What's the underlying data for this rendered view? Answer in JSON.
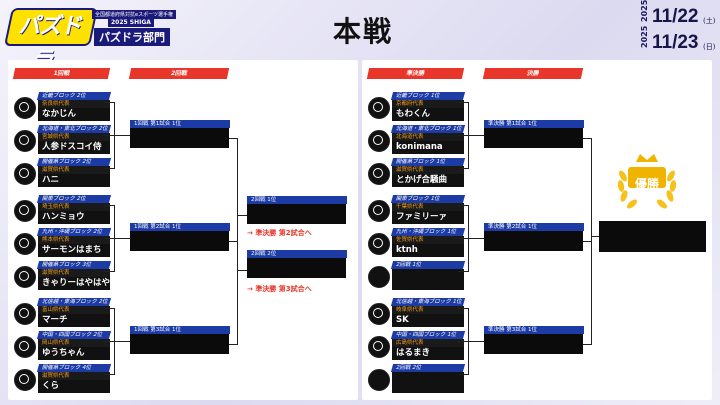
{
  "header": {
    "logo_text": "パズドラ",
    "subtitle_top": "全国都道府県対抗eスポーツ選手権",
    "subtitle_year": "2025 SHIGA",
    "division": "パズドラ部門",
    "main_title": "本戦",
    "dates": [
      {
        "year": "2025",
        "date": "11/22",
        "dow": "(土)"
      },
      {
        "year": "2025",
        "date": "11/23",
        "dow": "(日)"
      }
    ]
  },
  "left": {
    "round1_label": "1回戦",
    "round2_label": "2回戦",
    "players": [
      {
        "block": "近畿ブロック 2位",
        "pref": "奈良県代表",
        "name": "なかじん"
      },
      {
        "block": "北海道・東北ブロック 2位",
        "pref": "宮城県代表",
        "name": "人参ドスコイ侍"
      },
      {
        "block": "開催県ブロック 2位",
        "pref": "滋賀県代表",
        "name": "ハニ"
      },
      {
        "block": "関東ブロック 2位",
        "pref": "埼玉県代表",
        "name": "ハンミョウ"
      },
      {
        "block": "九州・沖縄ブロック 2位",
        "pref": "熊本県代表",
        "name": "サーモンはまち"
      },
      {
        "block": "開催県ブロック 3位",
        "pref": "滋賀県代表",
        "name": "きゃりーはやはや"
      },
      {
        "block": "北信越・東海ブロック 2位",
        "pref": "富山県代表",
        "name": "マーチ"
      },
      {
        "block": "中国・四国ブロック 2位",
        "pref": "岡山県代表",
        "name": "ゆうちゃん"
      },
      {
        "block": "開催県ブロック 4位",
        "pref": "滋賀県代表",
        "name": "くら"
      }
    ],
    "r2_slots": [
      "1回戦 第1試合 1位",
      "1回戦 第2試合 1位",
      "1回戦 第3試合 1位"
    ],
    "r3_slots": [
      "2回戦 1位",
      "2回戦 2位"
    ],
    "notes": [
      {
        "prefix": "→ ",
        "bold": "準決勝",
        "suffix": " 第2試合へ"
      },
      {
        "prefix": "→ ",
        "bold": "準決勝",
        "suffix": " 第3試合へ"
      }
    ]
  },
  "right": {
    "semi_label": "準決勝",
    "final_label": "決勝",
    "players": [
      {
        "block": "近畿ブロック 1位",
        "pref": "京都府代表",
        "name": "もわくん"
      },
      {
        "block": "北海道・東北ブロック 1位",
        "pref": "北海道代表",
        "name": "konimana"
      },
      {
        "block": "開催県ブロック 1位",
        "pref": "滋賀県代表",
        "name": "とかげ合騒曲"
      },
      {
        "block": "関東ブロック 1位",
        "pref": "千葉県代表",
        "name": "ファミリーァ"
      },
      {
        "block": "九州・沖縄ブロック 1位",
        "pref": "佐賀県代表",
        "name": "ktnh"
      },
      {
        "block": "2回戦 1位",
        "pref": "",
        "name": ""
      },
      {
        "block": "北信越・東海ブロック 1位",
        "pref": "岐阜県代表",
        "name": "SK"
      },
      {
        "block": "中国・四国ブロック 1位",
        "pref": "広島県代表",
        "name": "はるまき"
      },
      {
        "block": "2回戦 2位",
        "pref": "",
        "name": ""
      }
    ],
    "final_slots": [
      "準決勝 第1試合 1位",
      "準決勝 第2試合 1位",
      "準決勝 第3試合 1位"
    ],
    "champion_label": "優勝"
  },
  "colors": {
    "accent_red": "#e8362b",
    "accent_blue": "#1d3ba5",
    "gold": "#f0b400"
  }
}
